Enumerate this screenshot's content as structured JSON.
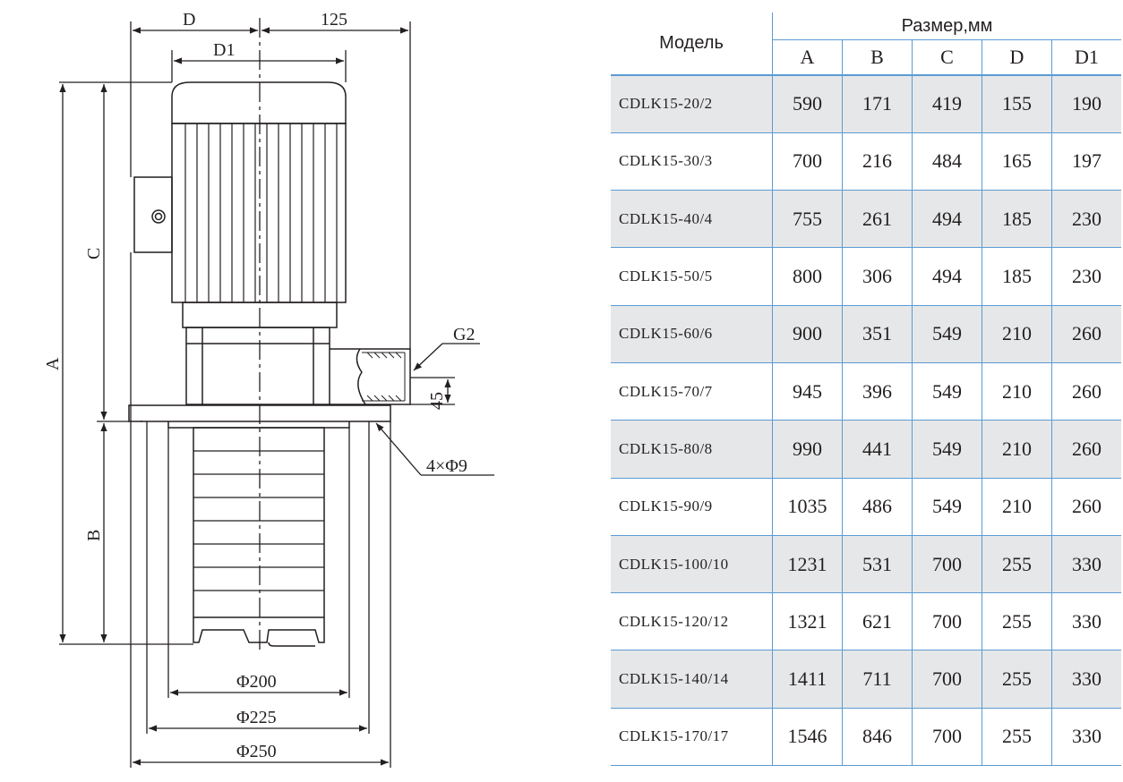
{
  "drawing": {
    "labels": {
      "D": "D",
      "dim_125": "125",
      "D1": "D1",
      "A": "A",
      "C": "C",
      "B": "B",
      "G2": "G2",
      "dim_45": "45",
      "holes": "4×Φ9",
      "phi200": "Φ200",
      "phi225": "Φ225",
      "phi250": "Φ250"
    }
  },
  "table": {
    "model_header": "Модель",
    "group_header": "Размер,мм",
    "columns": [
      "A",
      "B",
      "C",
      "D",
      "D1"
    ],
    "rows": [
      {
        "model": "CDLK15-20/2",
        "A": "590",
        "B": "171",
        "C": "419",
        "D": "155",
        "D1": "190"
      },
      {
        "model": "CDLK15-30/3",
        "A": "700",
        "B": "216",
        "C": "484",
        "D": "165",
        "D1": "197"
      },
      {
        "model": "CDLK15-40/4",
        "A": "755",
        "B": "261",
        "C": "494",
        "D": "185",
        "D1": "230"
      },
      {
        "model": "CDLK15-50/5",
        "A": "800",
        "B": "306",
        "C": "494",
        "D": "185",
        "D1": "230"
      },
      {
        "model": "CDLK15-60/6",
        "A": "900",
        "B": "351",
        "C": "549",
        "D": "210",
        "D1": "260"
      },
      {
        "model": "CDLK15-70/7",
        "A": "945",
        "B": "396",
        "C": "549",
        "D": "210",
        "D1": "260"
      },
      {
        "model": "CDLK15-80/8",
        "A": "990",
        "B": "441",
        "C": "549",
        "D": "210",
        "D1": "260"
      },
      {
        "model": "CDLK15-90/9",
        "A": "1035",
        "B": "486",
        "C": "549",
        "D": "210",
        "D1": "260"
      },
      {
        "model": "CDLK15-100/10",
        "A": "1231",
        "B": "531",
        "C": "700",
        "D": "255",
        "D1": "330"
      },
      {
        "model": "CDLK15-120/12",
        "A": "1321",
        "B": "621",
        "C": "700",
        "D": "255",
        "D1": "330"
      },
      {
        "model": "CDLK15-140/14",
        "A": "1411",
        "B": "711",
        "C": "700",
        "D": "255",
        "D1": "330"
      },
      {
        "model": "CDLK15-170/17",
        "A": "1546",
        "B": "846",
        "C": "700",
        "D": "255",
        "D1": "330"
      }
    ]
  }
}
